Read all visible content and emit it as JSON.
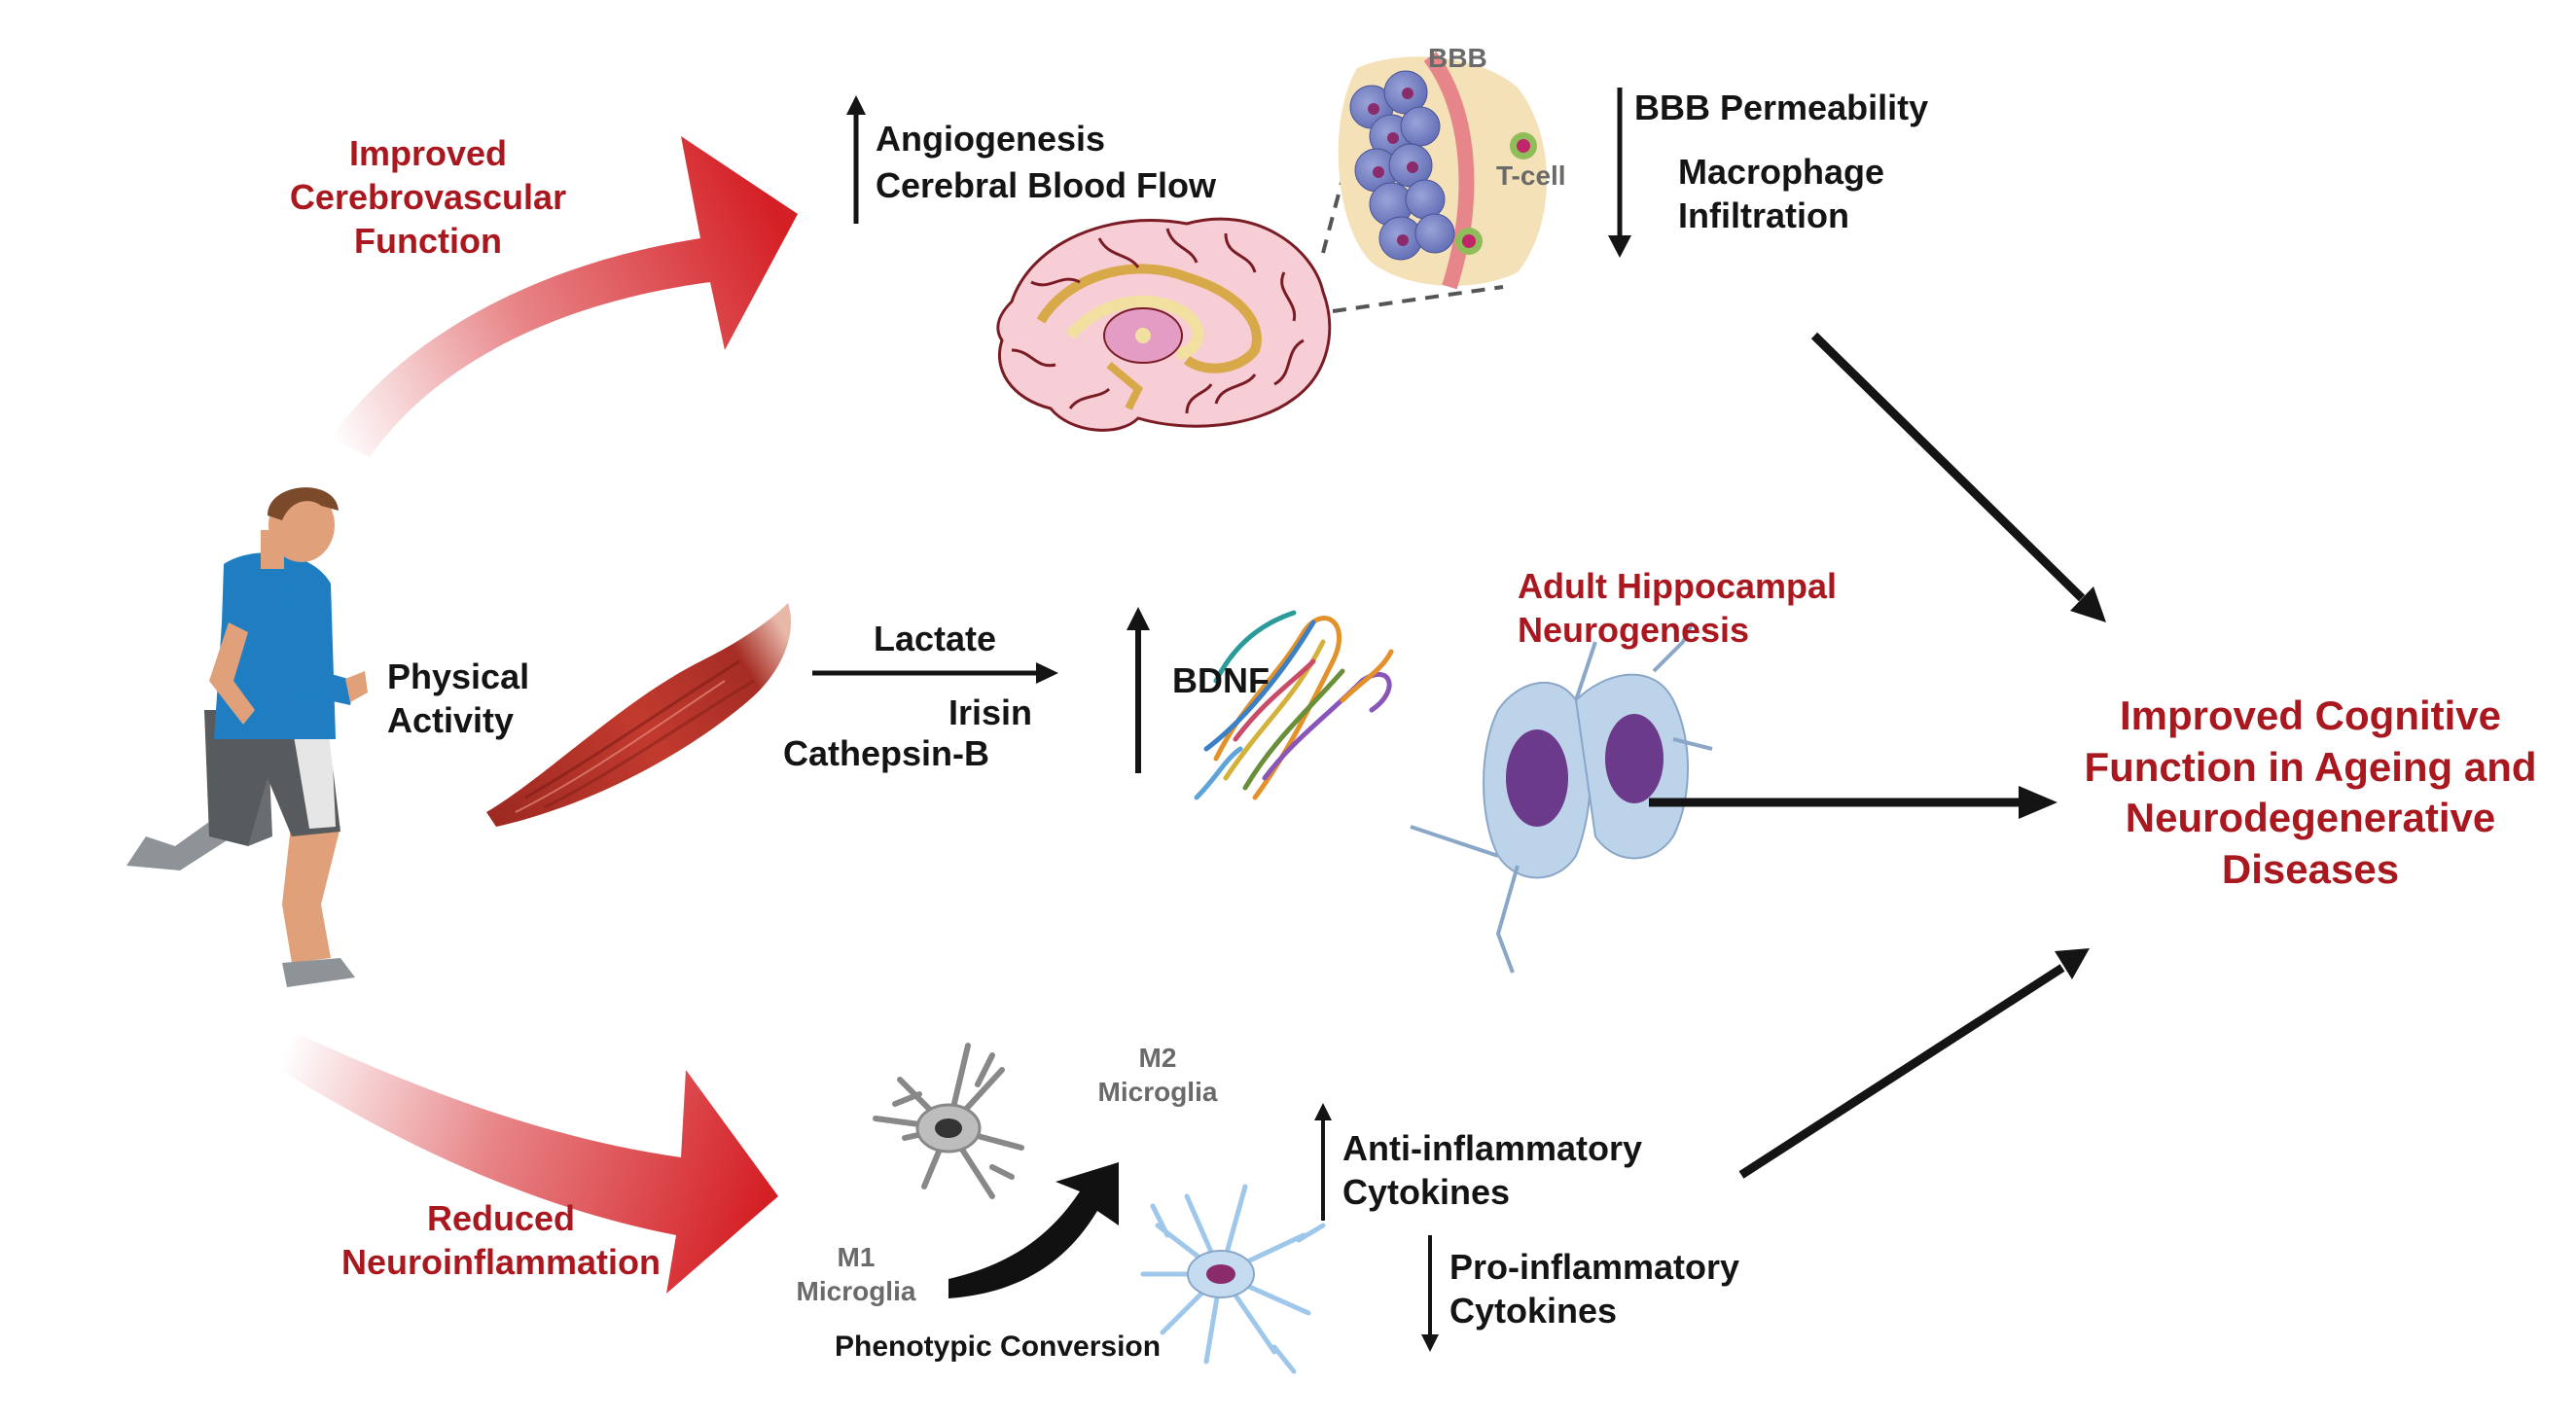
{
  "labels": {
    "improved_cerebrovascular": "Improved\nCerebrovascular\nFunction",
    "angiogenesis": "Angiogenesis",
    "cerebral_blood_flow": "Cerebral Blood Flow",
    "bbb": "BBB",
    "t_cell": "T-cell",
    "bbb_permeability": "BBB Permeability",
    "macrophage_infiltration": "Macrophage\nInfiltration",
    "physical_activity": "Physical\nActivity",
    "lactate": "Lactate",
    "irisin": "Irisin",
    "cathepsin_b": "Cathepsin-B",
    "bdnf": "BDNF",
    "adult_hippocampal_neurogenesis": "Adult Hippocampal\nNeurogenesis",
    "improved_cognitive": "Improved Cognitive\nFunction in Ageing and\nNeurodegenerative\nDiseases",
    "reduced_neuroinflammation": "Reduced\nNeuroinflammation",
    "m1_microglia": "M1\nMicroglia",
    "m2_microglia": "M2\nMicroglia",
    "phenotypic_conversion": "Phenotypic Conversion",
    "anti_inflammatory": "Anti-inflammatory\nCytokines",
    "pro_inflammatory": "Pro-inflammatory\nCytokines"
  },
  "colors": {
    "accent_red": "#a8181e",
    "arrow_red": "#d41f24",
    "text": "#141414",
    "muscle": "#b8322a",
    "brain_fill": "#f7cdd6",
    "vessel": "#7a1c24",
    "neuron": "#bcd3ea",
    "nucleus": "#6b3a8a"
  },
  "icons": [
    "runner-icon",
    "muscle-icon",
    "brain-icon",
    "bbb-inset-icon",
    "bdnf-protein-icon",
    "neuron-icon",
    "m1-microglia-icon",
    "m2-microglia-icon"
  ]
}
